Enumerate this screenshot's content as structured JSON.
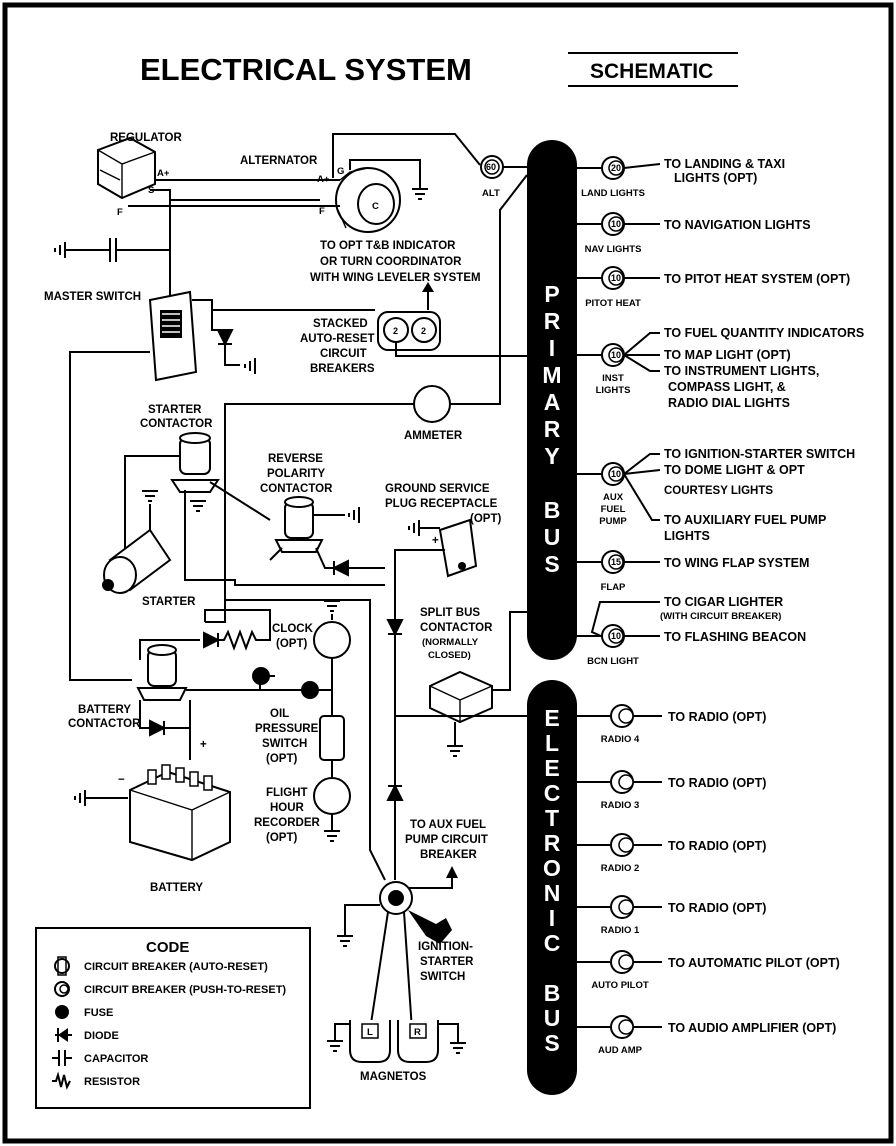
{
  "title": "ELECTRICAL SYSTEM",
  "subtitle": "SCHEMATIC",
  "primary_bus": [
    "P",
    "R",
    "I",
    "M",
    "A",
    "R",
    "Y",
    "",
    "B",
    "U",
    "S"
  ],
  "electronic_bus": [
    "E",
    "L",
    "E",
    "C",
    "T",
    "R",
    "O",
    "N",
    "I",
    "C",
    "",
    "B",
    "U",
    "S"
  ],
  "components": {
    "regulator": "REGULATOR",
    "alternator": "ALTERNATOR",
    "alt_cb": "ALT",
    "alt_cb_rating": "60",
    "master_switch": "MASTER SWITCH",
    "opt_tb_1": "TO OPT T&B INDICATOR",
    "opt_tb_2": "OR TURN COORDINATOR",
    "opt_tb_3": "WITH WING LEVELER SYSTEM",
    "stacked_1": "STACKED",
    "stacked_2": "AUTO-RESET",
    "stacked_3": "CIRCUIT",
    "stacked_4": "BREAKERS",
    "stacked_rating": "2",
    "ammeter": "AMMETER",
    "starter_contactor_1": "STARTER",
    "starter_contactor_2": "CONTACTOR",
    "reverse_1": "REVERSE",
    "reverse_2": "POLARITY",
    "reverse_3": "CONTACTOR",
    "gsp_1": "GROUND SERVICE",
    "gsp_2": "PLUG RECEPTACLE",
    "gsp_3": "(OPT)",
    "starter": "STARTER",
    "clock_1": "CLOCK",
    "clock_2": "(OPT)",
    "split_1": "SPLIT BUS",
    "split_2": "CONTACTOR",
    "split_3": "(NORMALLY",
    "split_4": "CLOSED)",
    "battery_contactor_1": "BATTERY",
    "battery_contactor_2": "CONTACTOR",
    "oil_1": "OIL",
    "oil_2": "PRESSURE",
    "oil_3": "SWITCH",
    "oil_4": "(OPT)",
    "fhr_1": "FLIGHT",
    "fhr_2": "HOUR",
    "fhr_3": "RECORDER",
    "fhr_4": "(OPT)",
    "battery": "BATTERY",
    "aux_cb_1": "TO AUX FUEL",
    "aux_cb_2": "PUMP CIRCUIT",
    "aux_cb_3": "BREAKER",
    "ign_1": "IGNITION-",
    "ign_2": "STARTER",
    "ign_3": "SWITCH",
    "magnetos": "MAGNETOS",
    "mag_l": "L",
    "mag_r": "R",
    "term_aplus": "A+",
    "term_s": "S",
    "term_f": "F",
    "term_g": "G",
    "term_c": "C",
    "plus": "+",
    "minus": "−"
  },
  "primary_circuits": [
    {
      "rating": "20",
      "label": "LAND LIGHTS",
      "dest": [
        "TO LANDING & TAXI",
        "LIGHTS (OPT)"
      ]
    },
    {
      "rating": "10",
      "label": "NAV LIGHTS",
      "dest": [
        "TO NAVIGATION LIGHTS"
      ]
    },
    {
      "rating": "10",
      "label": "PITOT HEAT",
      "dest": [
        "TO PITOT HEAT SYSTEM (OPT)"
      ]
    },
    {
      "rating": "10",
      "label": "INST LIGHTS",
      "dest": [
        "TO FUEL QUANTITY INDICATORS",
        "TO MAP LIGHT (OPT)",
        "TO INSTRUMENT LIGHTS,",
        "COMPASS LIGHT, &",
        "RADIO DIAL LIGHTS"
      ]
    },
    {
      "rating": "10",
      "label": "AUX FUEL PUMP",
      "dest": [
        "TO IGNITION-STARTER SWITCH",
        "TO DOME LIGHT & OPT",
        "COURTESY LIGHTS",
        "TO  AUXILIARY FUEL PUMP",
        "LIGHTS"
      ]
    },
    {
      "rating": "15",
      "label": "FLAP",
      "dest": [
        "TO WING FLAP SYSTEM"
      ]
    },
    {
      "rating": "10",
      "label": "BCN LIGHT",
      "dest": [
        "TO CIGAR LIGHTER",
        "(WITH CIRCUIT BREAKER)",
        "TO FLASHING BEACON"
      ]
    }
  ],
  "electronic_circuits": [
    {
      "label": "RADIO 4",
      "dest": "TO RADIO (OPT)"
    },
    {
      "label": "RADIO 3",
      "dest": "TO RADIO (OPT)"
    },
    {
      "label": "RADIO 2",
      "dest": "TO RADIO (OPT)"
    },
    {
      "label": "RADIO 1",
      "dest": "TO RADIO (OPT)"
    },
    {
      "label": "AUTO PILOT",
      "dest": "TO AUTOMATIC PILOT (OPT)"
    },
    {
      "label": "AUD AMP",
      "dest": "TO AUDIO AMPLIFIER (OPT)"
    }
  ],
  "legend": {
    "title": "CODE",
    "items": [
      {
        "icon": "circuit-breaker-auto-reset-icon",
        "label": "CIRCUIT BREAKER (AUTO-RESET)"
      },
      {
        "icon": "circuit-breaker-push-to-reset-icon",
        "label": "CIRCUIT BREAKER (PUSH-TO-RESET)"
      },
      {
        "icon": "fuse-icon",
        "label": "FUSE"
      },
      {
        "icon": "diode-icon",
        "label": "DIODE"
      },
      {
        "icon": "capacitor-icon",
        "label": "CAPACITOR"
      },
      {
        "icon": "resistor-icon",
        "label": "RESISTOR"
      }
    ]
  }
}
